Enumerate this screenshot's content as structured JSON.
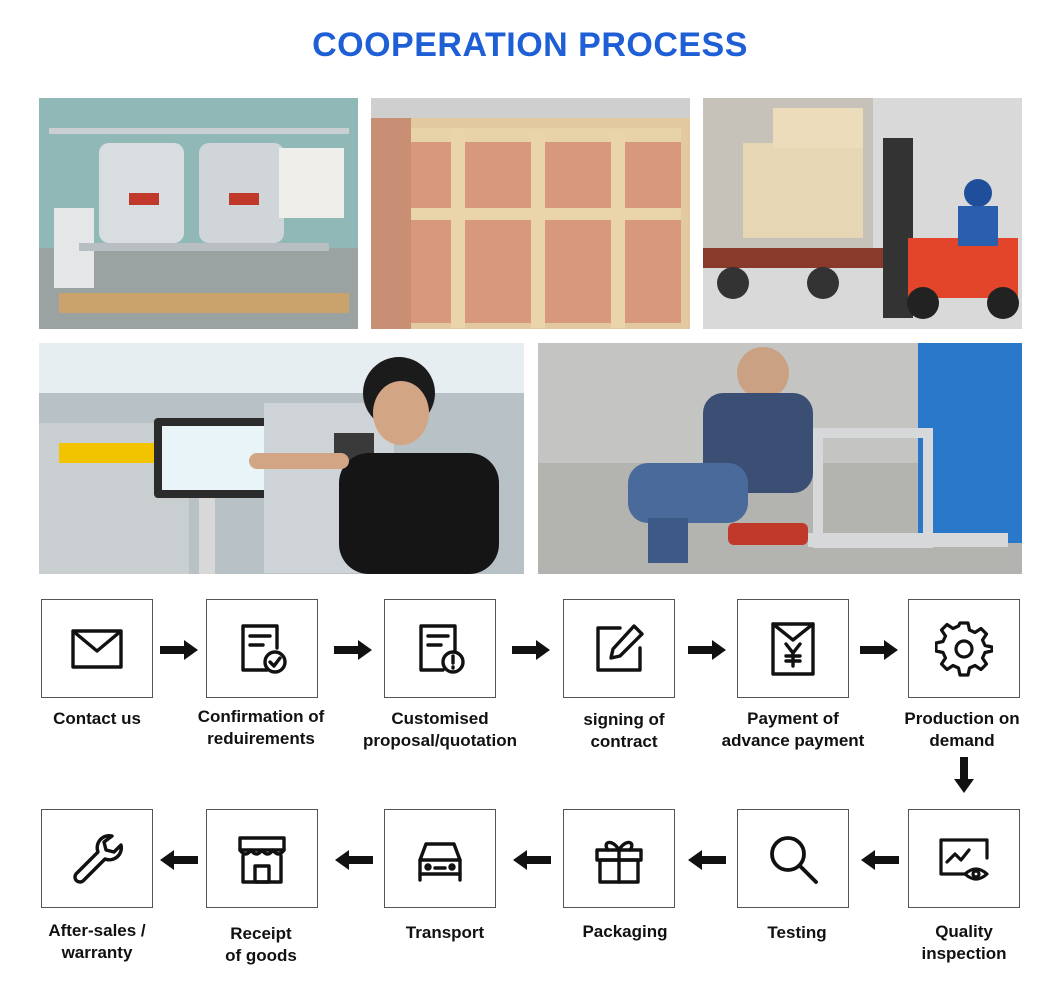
{
  "title": "COOPERATION PROCESS",
  "colors": {
    "accent": "#1f5fd6",
    "icon": "#111111",
    "border": "#555555"
  },
  "photos": [
    {
      "subject": "stainless-steel-tanks-photo"
    },
    {
      "subject": "wooden-crate-photo"
    },
    {
      "subject": "forklift-loading-truck-photo"
    },
    {
      "subject": "operator-touchscreen-photo"
    },
    {
      "subject": "worker-grinding-frame-photo"
    }
  ],
  "steps": [
    {
      "label": "Contact us",
      "icon": "envelope-icon"
    },
    {
      "label": "Confirmation of\nreduirements",
      "icon": "document-check-icon"
    },
    {
      "label": "Customised\nproposal/quotation",
      "icon": "document-alert-icon"
    },
    {
      "label": "signing of\ncontract",
      "icon": "edit-icon"
    },
    {
      "label": "Payment of\nadvance payment",
      "icon": "yen-envelope-icon"
    },
    {
      "label": "Production on\ndemand",
      "icon": "gear-icon"
    },
    {
      "label": "Quality\ninspection",
      "icon": "monitor-eye-icon"
    },
    {
      "label": "Testing",
      "icon": "search-icon"
    },
    {
      "label": "Packaging",
      "icon": "gift-icon"
    },
    {
      "label": "Transport",
      "icon": "car-icon"
    },
    {
      "label": "Receipt\nof goods",
      "icon": "store-icon"
    },
    {
      "label": "After-sales /\nwarranty",
      "icon": "wrench-icon"
    }
  ]
}
